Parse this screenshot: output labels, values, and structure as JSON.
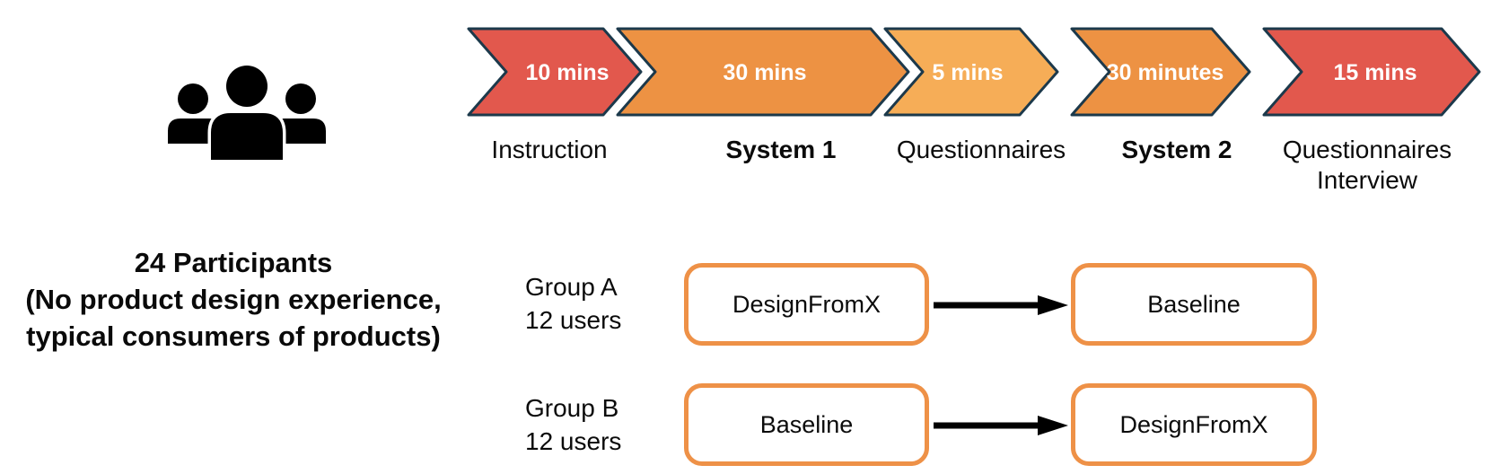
{
  "participants": {
    "icon": "people-group-icon",
    "description": "24 Participants\n(No product design experience,\ntypical consumers of products)"
  },
  "timeline": {
    "outline_color": "#1C394B",
    "steps": [
      {
        "duration": "10 mins",
        "label": "Instruction",
        "color": "#E2584D"
      },
      {
        "duration": "30 mins",
        "label": "System 1",
        "color": "#ED9243"
      },
      {
        "duration": "5 mins",
        "label": "Questionnaires",
        "color": "#F6AD57"
      },
      {
        "duration": "30 minutes",
        "label": "System 2",
        "color": "#ED9243"
      },
      {
        "duration": "15 mins",
        "label": "Questionnaires\nInterview",
        "color": "#E2584D"
      }
    ]
  },
  "groups": [
    {
      "name": "Group A",
      "size": "12 users",
      "first_condition": "DesignFromX",
      "second_condition": "Baseline"
    },
    {
      "name": "Group B",
      "size": "12 users",
      "first_condition": "Baseline",
      "second_condition": "DesignFromX"
    }
  ],
  "colors": {
    "chevron_red": "#E2584D",
    "chevron_orange": "#ED9243",
    "chevron_light_orange": "#F6AD57",
    "chevron_outline": "#1C394B",
    "box_border": "#EE9147",
    "arrow": "#000000"
  }
}
